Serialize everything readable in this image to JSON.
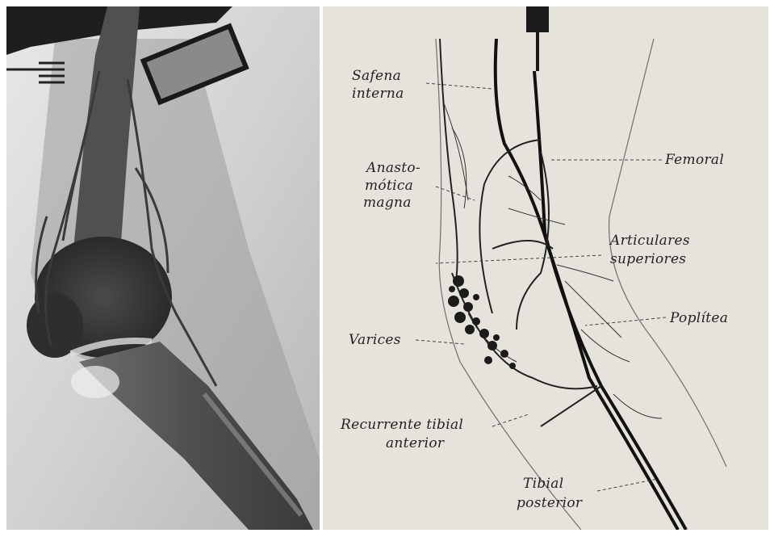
{
  "figure": {
    "left_panel": {
      "description_icon": "knee-radiograph-image"
    },
    "right_panel": {
      "labels": {
        "safena_line1": "Safena",
        "safena_line2": "interna",
        "anasto_line1": "Anasto-",
        "anasto_line2": "mótica",
        "anasto_line3": "magna",
        "femoral": "Femoral",
        "articulares_line1": "Articulares",
        "articulares_line2": "superiores",
        "poplitea": "Poplítea",
        "varices": "Varices",
        "recurrente_line1": "Recurrente tibial",
        "recurrente_line2": "anterior",
        "tibial_line1": "Tibial",
        "tibial_line2": "posterior"
      }
    }
  }
}
